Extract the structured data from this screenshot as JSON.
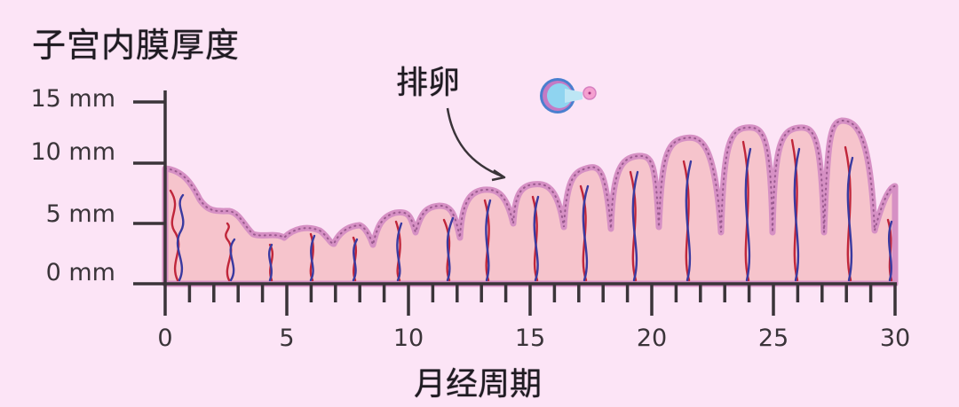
{
  "title": "子宫内膜厚度",
  "annotation": {
    "label": "排卵",
    "icon": "ovum-follicle-icon"
  },
  "colors": {
    "background": "#fce4f6",
    "tissue_fill": "#f6c4cc",
    "epithelium": "#d690c4",
    "artery": "#c0263a",
    "vein": "#3a3aa0",
    "axis": "#3a3439",
    "follicle_blue": "#8fd4f0",
    "ovum_pink": "#f5a0d0"
  },
  "axes": {
    "y_ticks": [
      "15 mm",
      "10 mm",
      "5 mm",
      "0 mm"
    ],
    "x_ticks": [
      "0",
      "5",
      "10",
      "15",
      "20",
      "25",
      "30"
    ],
    "xlabel": "月经周期"
  },
  "chart_data": {
    "type": "area",
    "title": "子宫内膜厚度",
    "xlabel": "月经周期",
    "ylabel": "子宫内膜厚度 (mm)",
    "xlim": [
      0,
      30
    ],
    "ylim": [
      0,
      15
    ],
    "x_ticks": [
      0,
      5,
      10,
      15,
      20,
      25,
      30
    ],
    "y_ticks": [
      0,
      5,
      10,
      15
    ],
    "x": [
      0,
      1,
      2,
      3,
      4,
      5,
      6,
      7,
      8,
      9,
      10,
      11,
      12,
      13,
      14,
      15,
      16,
      17,
      18,
      19,
      20,
      21,
      22,
      23,
      24,
      25,
      26,
      27,
      28,
      29,
      30
    ],
    "values": [
      9.5,
      8.5,
      6.5,
      6,
      4.5,
      4,
      4.5,
      4.5,
      5,
      5.5,
      5.8,
      6,
      6.3,
      7.5,
      7.8,
      8.2,
      8.8,
      9.5,
      10,
      10.3,
      10.5,
      11,
      12,
      12,
      12.5,
      12.5,
      12.5,
      12.5,
      13,
      11,
      8.5
    ],
    "annotations": [
      {
        "text": "排卵",
        "x": 14
      }
    ]
  }
}
